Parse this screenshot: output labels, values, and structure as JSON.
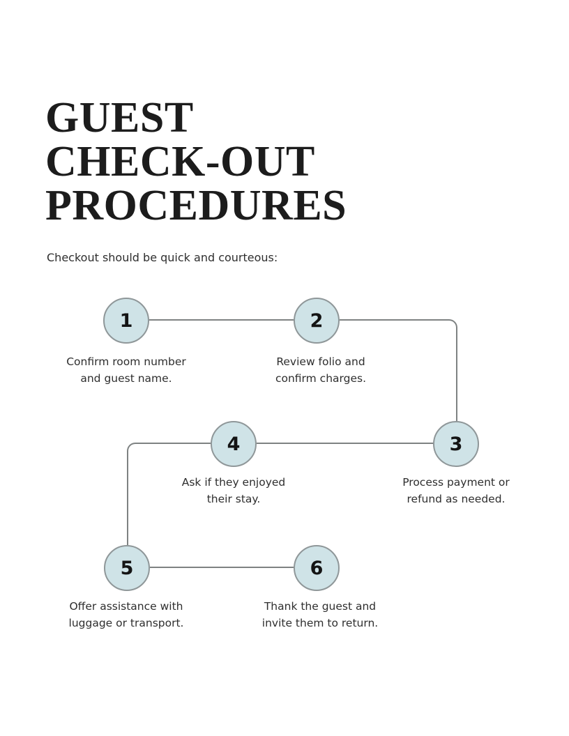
{
  "page": {
    "title_lines": [
      "GUEST",
      "CHECK-OUT",
      "PROCEDURES"
    ],
    "subtitle": "Checkout should be quick and courteous:"
  },
  "colors": {
    "page_bg": "#ffffff",
    "title_text": "#1c1c1c",
    "body_text": "#2e2e2e",
    "circle_fill": "#cfe3e7",
    "circle_border": "#8f9799",
    "connector": "#7e8282",
    "step_number": "#141414"
  },
  "diagram": {
    "steps": [
      {
        "number": "1",
        "label_line1": "Confirm room number",
        "label_line2": "and guest name."
      },
      {
        "number": "2",
        "label_line1": "Review folio and",
        "label_line2": "confirm charges."
      },
      {
        "number": "3",
        "label_line1": "Process payment or",
        "label_line2": "refund as needed."
      },
      {
        "number": "4",
        "label_line1": "Ask if they enjoyed",
        "label_line2": "their stay."
      },
      {
        "number": "5",
        "label_line1": "Offer assistance with",
        "label_line2": "luggage or transport."
      },
      {
        "number": "6",
        "label_line1": "Thank the guest and",
        "label_line2": "invite them to return."
      }
    ]
  }
}
